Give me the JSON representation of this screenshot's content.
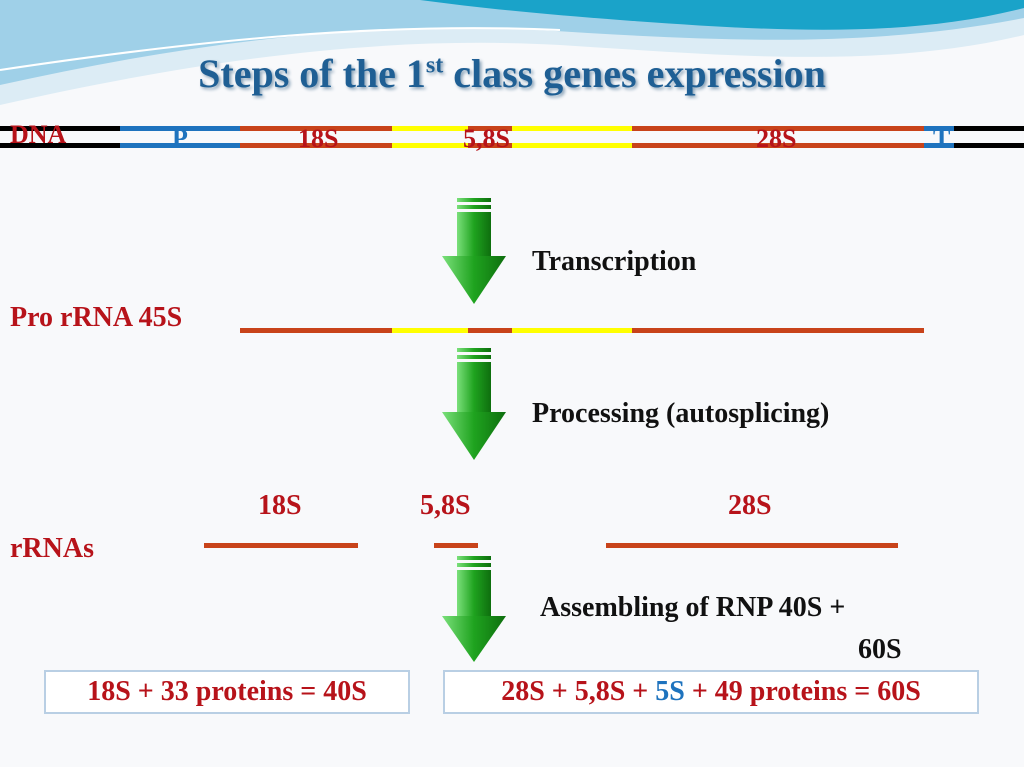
{
  "title": {
    "main": "Steps of the 1",
    "sup": "st",
    "rest": " class genes expression"
  },
  "dna": {
    "label": "DNA",
    "p_label": "P",
    "t_label": "T",
    "s18": "18S",
    "s58": "5,8S",
    "s28": "28S"
  },
  "steps": {
    "transcription": "Transcription",
    "processing": "Processing (autosplicing)",
    "assembling_line1": "Assembling of RNP 40S +",
    "assembling_line2": "60S"
  },
  "pro_rrna": "Pro rRNA 45S",
  "rrnas": {
    "label": "rRNAs",
    "s18": "18S",
    "s58": "5,8S",
    "s28": "28S"
  },
  "boxes": {
    "left": "18S + 33 proteins = 40S",
    "right_a": "28S + 5,8S + ",
    "right_b": "5S",
    "right_c": " + 49 proteins = 60S"
  },
  "colors": {
    "title": "#1f5f94",
    "red": "#b7131a",
    "blue": "#1e73be",
    "yellow": "#ffff00",
    "orange": "#c8431a",
    "arrow": "#1fa31f"
  }
}
